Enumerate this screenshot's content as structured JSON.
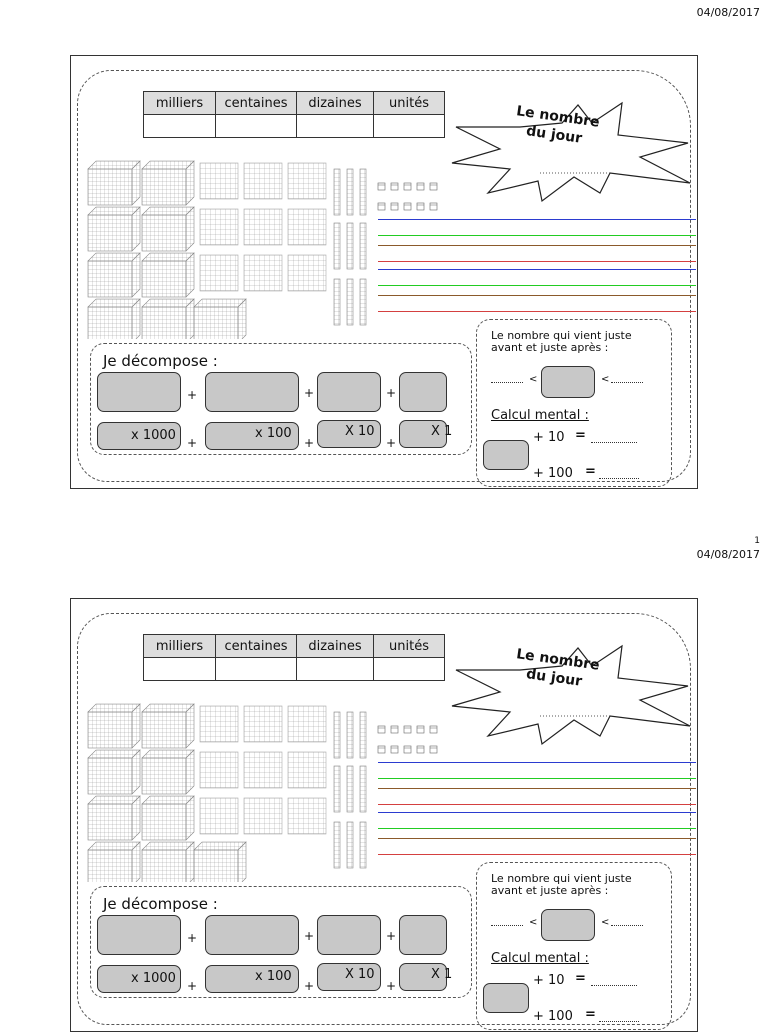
{
  "pages": [
    {
      "date": "04/08/2017",
      "page_number": ""
    },
    {
      "date": "04/08/2017",
      "page_number": "1"
    }
  ],
  "sheet": {
    "columns": [
      "milliers",
      "centaines",
      "dizaines",
      "unités"
    ],
    "star_line1": "Le nombre",
    "star_line2": "du jour",
    "decompose_title": "Je décompose :",
    "multipliers": [
      "x 1000",
      "x 100",
      "X 10",
      "X 1"
    ],
    "plus": "+",
    "neighbor_line1": "Le nombre qui vient juste",
    "neighbor_line2": "avant et juste après :",
    "lt_sign": "<",
    "calc_title": "Calcul mental :",
    "op1": "+ 10",
    "op2": "+ 100",
    "eq": "="
  },
  "colors": {
    "box_fill": "#c8c8c8",
    "line_blue": "#2b3bd0",
    "line_green": "#22cc22",
    "line_brown": "#8b5a2b",
    "line_red": "#d44040"
  }
}
